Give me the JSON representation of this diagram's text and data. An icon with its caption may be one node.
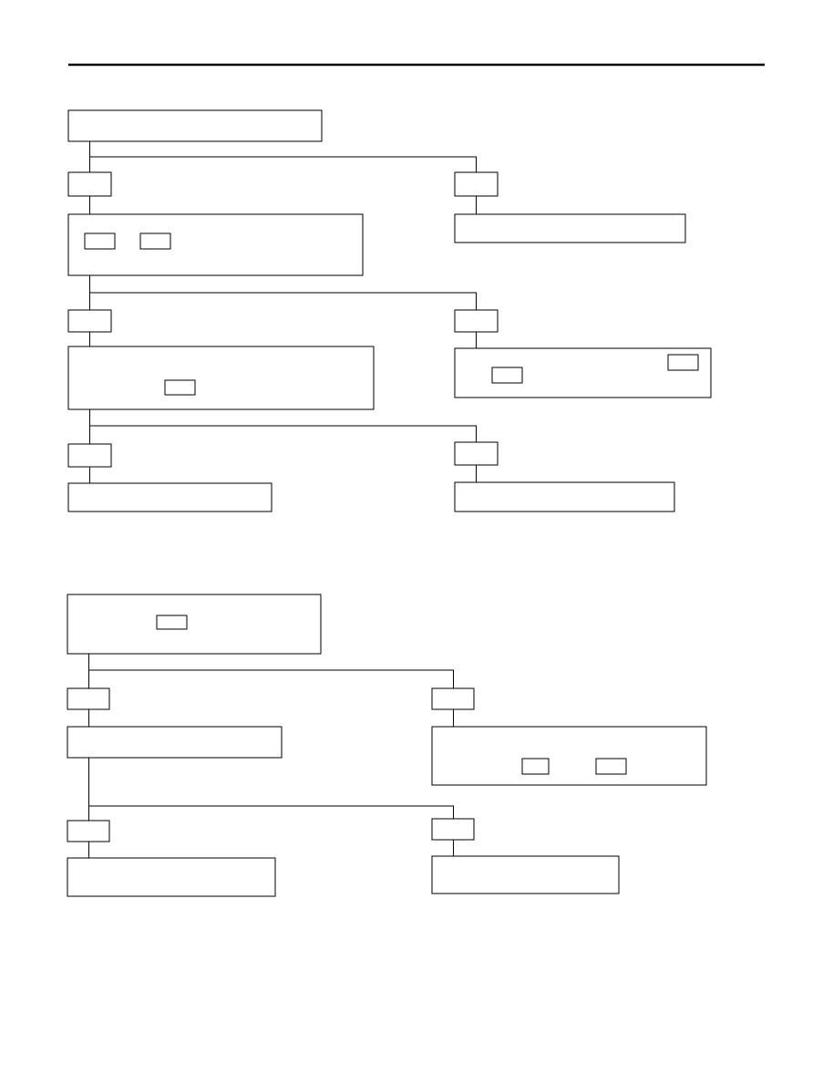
{
  "diagram": {
    "nodes": [
      {
        "text": [],
        "shape": "box"
      },
      {
        "text": [],
        "shape": "box"
      },
      {
        "text": [],
        "shape": "box"
      },
      {
        "text": [],
        "shape": "box"
      },
      {
        "text": [],
        "shape": "box",
        "in": 3
      },
      {
        "text": [],
        "shape": "box",
        "in": 3
      },
      {
        "text": [],
        "shape": "box"
      },
      {
        "text": [],
        "shape": "box"
      },
      {
        "text": [],
        "shape": "box"
      },
      {
        "text": [],
        "shape": "box"
      },
      {
        "text": [],
        "shape": "box",
        "in": 9
      },
      {
        "text": [],
        "shape": "box"
      },
      {
        "text": [],
        "shape": "box",
        "in": 11
      },
      {
        "text": [],
        "shape": "box",
        "in": 11
      },
      {
        "text": [],
        "shape": "box"
      },
      {
        "text": [],
        "shape": "box"
      },
      {
        "text": [],
        "shape": "box"
      },
      {
        "text": [],
        "shape": "box"
      },
      {
        "text": [],
        "shape": "box"
      },
      {
        "text": [],
        "shape": "box",
        "in": 18
      },
      {
        "text": [],
        "shape": "box"
      },
      {
        "text": [],
        "shape": "box"
      },
      {
        "text": [],
        "shape": "box"
      },
      {
        "text": [],
        "shape": "box"
      },
      {
        "text": [],
        "shape": "box",
        "in": 23
      },
      {
        "text": [],
        "shape": "box",
        "in": 23
      },
      {
        "text": [],
        "shape": "box"
      },
      {
        "text": [],
        "shape": "box"
      },
      {
        "text": [],
        "shape": "box"
      },
      {
        "text": [],
        "shape": "box"
      }
    ],
    "edges": [
      {
        "from": 0,
        "to": 1,
        "arrow": "none"
      },
      {
        "from": 0,
        "to": 2,
        "arrow": "none"
      },
      {
        "from": 1,
        "to": 3,
        "arrow": "none"
      },
      {
        "from": 2,
        "to": 6,
        "arrow": "none"
      },
      {
        "from": 3,
        "to": 7,
        "arrow": "none"
      },
      {
        "from": 3,
        "to": 8,
        "arrow": "none"
      },
      {
        "from": 7,
        "to": 9,
        "arrow": "none"
      },
      {
        "from": 8,
        "to": 11,
        "arrow": "none"
      },
      {
        "from": 9,
        "to": 14,
        "arrow": "none"
      },
      {
        "from": 9,
        "to": 15,
        "arrow": "none"
      },
      {
        "from": 14,
        "to": 16,
        "arrow": "none"
      },
      {
        "from": 15,
        "to": 17,
        "arrow": "none"
      },
      {
        "from": 18,
        "to": 20,
        "arrow": "none"
      },
      {
        "from": 18,
        "to": 21,
        "arrow": "none"
      },
      {
        "from": 20,
        "to": 22,
        "arrow": "none"
      },
      {
        "from": 21,
        "to": 23,
        "arrow": "none"
      },
      {
        "from": 22,
        "to": 26,
        "arrow": "none"
      },
      {
        "from": 22,
        "to": 27,
        "arrow": "none"
      },
      {
        "from": 26,
        "to": 28,
        "arrow": "none"
      },
      {
        "from": 27,
        "to": 29,
        "arrow": "none"
      }
    ]
  }
}
